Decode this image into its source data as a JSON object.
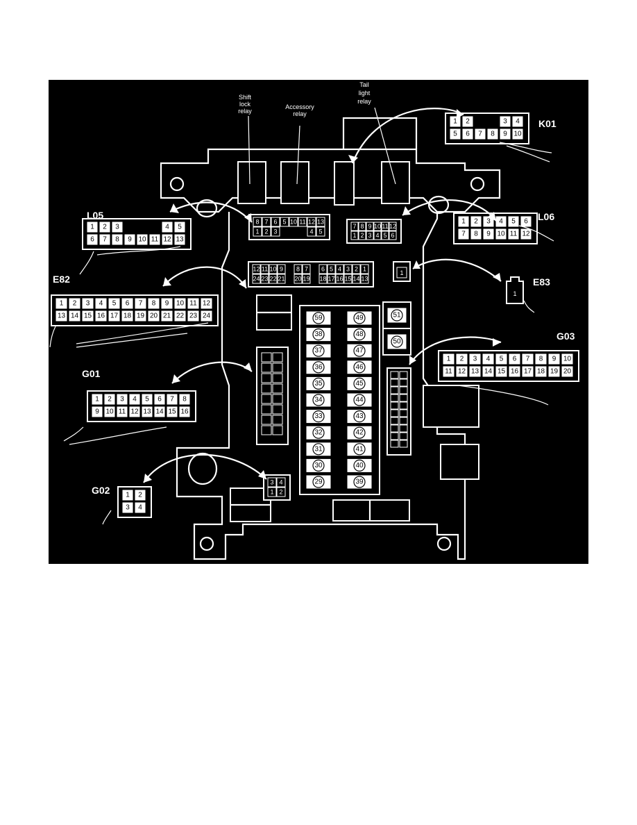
{
  "relays": [
    {
      "lines": [
        "Shift",
        "lock",
        "relay"
      ]
    },
    {
      "lines": [
        "Accessory",
        "relay"
      ]
    },
    {
      "lines": [
        "Tail",
        "light",
        "relay"
      ]
    }
  ],
  "connectors": {
    "K01": {
      "label": "K01",
      "row1": [
        "1",
        "2",
        "",
        "",
        "3",
        "4"
      ],
      "row2": [
        "5",
        "6",
        "7",
        "8",
        "9",
        "10"
      ]
    },
    "L05": {
      "label": "L05",
      "row1": [
        "1",
        "2",
        "3",
        "",
        "",
        "",
        "4",
        "5"
      ],
      "row2": [
        "6",
        "7",
        "8",
        "9",
        "10",
        "11",
        "12",
        "13"
      ]
    },
    "L06": {
      "label": "L06",
      "row1": [
        "1",
        "2",
        "3",
        "4",
        "5",
        "6"
      ],
      "row2": [
        "7",
        "8",
        "9",
        "10",
        "11",
        "12"
      ]
    },
    "E82": {
      "label": "E82",
      "row1": [
        "1",
        "2",
        "3",
        "4",
        "5",
        "6",
        "7",
        "8",
        "9",
        "10",
        "11",
        "12"
      ],
      "row2": [
        "13",
        "14",
        "15",
        "16",
        "17",
        "18",
        "19",
        "20",
        "21",
        "22",
        "23",
        "24"
      ]
    },
    "E83": {
      "label": "E83",
      "pins": [
        "1"
      ]
    },
    "G03": {
      "label": "G03",
      "row1": [
        "1",
        "2",
        "3",
        "4",
        "5",
        "6",
        "7",
        "8",
        "9",
        "10"
      ],
      "row2": [
        "11",
        "12",
        "13",
        "14",
        "15",
        "16",
        "17",
        "18",
        "19",
        "20"
      ]
    },
    "G01": {
      "label": "G01",
      "row1": [
        "1",
        "2",
        "3",
        "4",
        "5",
        "6",
        "7",
        "8"
      ],
      "row2": [
        "9",
        "10",
        "11",
        "12",
        "13",
        "14",
        "15",
        "16"
      ]
    },
    "G02": {
      "label": "G02",
      "row1": [
        "1",
        "2"
      ],
      "row2": [
        "3",
        "4"
      ]
    }
  },
  "block_sockets": {
    "L05_socket": {
      "row1": [
        "8",
        "7",
        "6",
        "5",
        "10",
        "11",
        "12",
        "13"
      ],
      "row2": [
        "1",
        "2",
        "3",
        "",
        "",
        "",
        "4",
        "5"
      ]
    },
    "L06_socket": {
      "row1": [
        "7",
        "8",
        "9",
        "10",
        "11",
        "12"
      ],
      "row2": [
        "1",
        "2",
        "3",
        "4",
        "5",
        "6"
      ]
    },
    "E82_socket": {
      "row1": [
        "12",
        "11",
        "10",
        "9",
        "",
        "8",
        "7",
        "",
        "6",
        "5",
        "4",
        "3",
        "2",
        "1"
      ],
      "row2": [
        "24",
        "23",
        "22",
        "21",
        "",
        "20",
        "19",
        "",
        "18",
        "17",
        "16",
        "15",
        "14",
        "13"
      ]
    },
    "E83_socket": {
      "pins": [
        "1"
      ]
    },
    "G02_socket": {
      "row1": [
        "3",
        "4"
      ],
      "row2": [
        "1",
        "2"
      ]
    }
  },
  "fuses": {
    "left": [
      "59",
      "38",
      "37",
      "36",
      "35",
      "34",
      "33",
      "32",
      "31",
      "30",
      "29"
    ],
    "right": [
      "49",
      "48",
      "47",
      "46",
      "45",
      "44",
      "43",
      "42",
      "41",
      "40",
      "39"
    ],
    "top_right": [
      "51",
      "50"
    ]
  }
}
